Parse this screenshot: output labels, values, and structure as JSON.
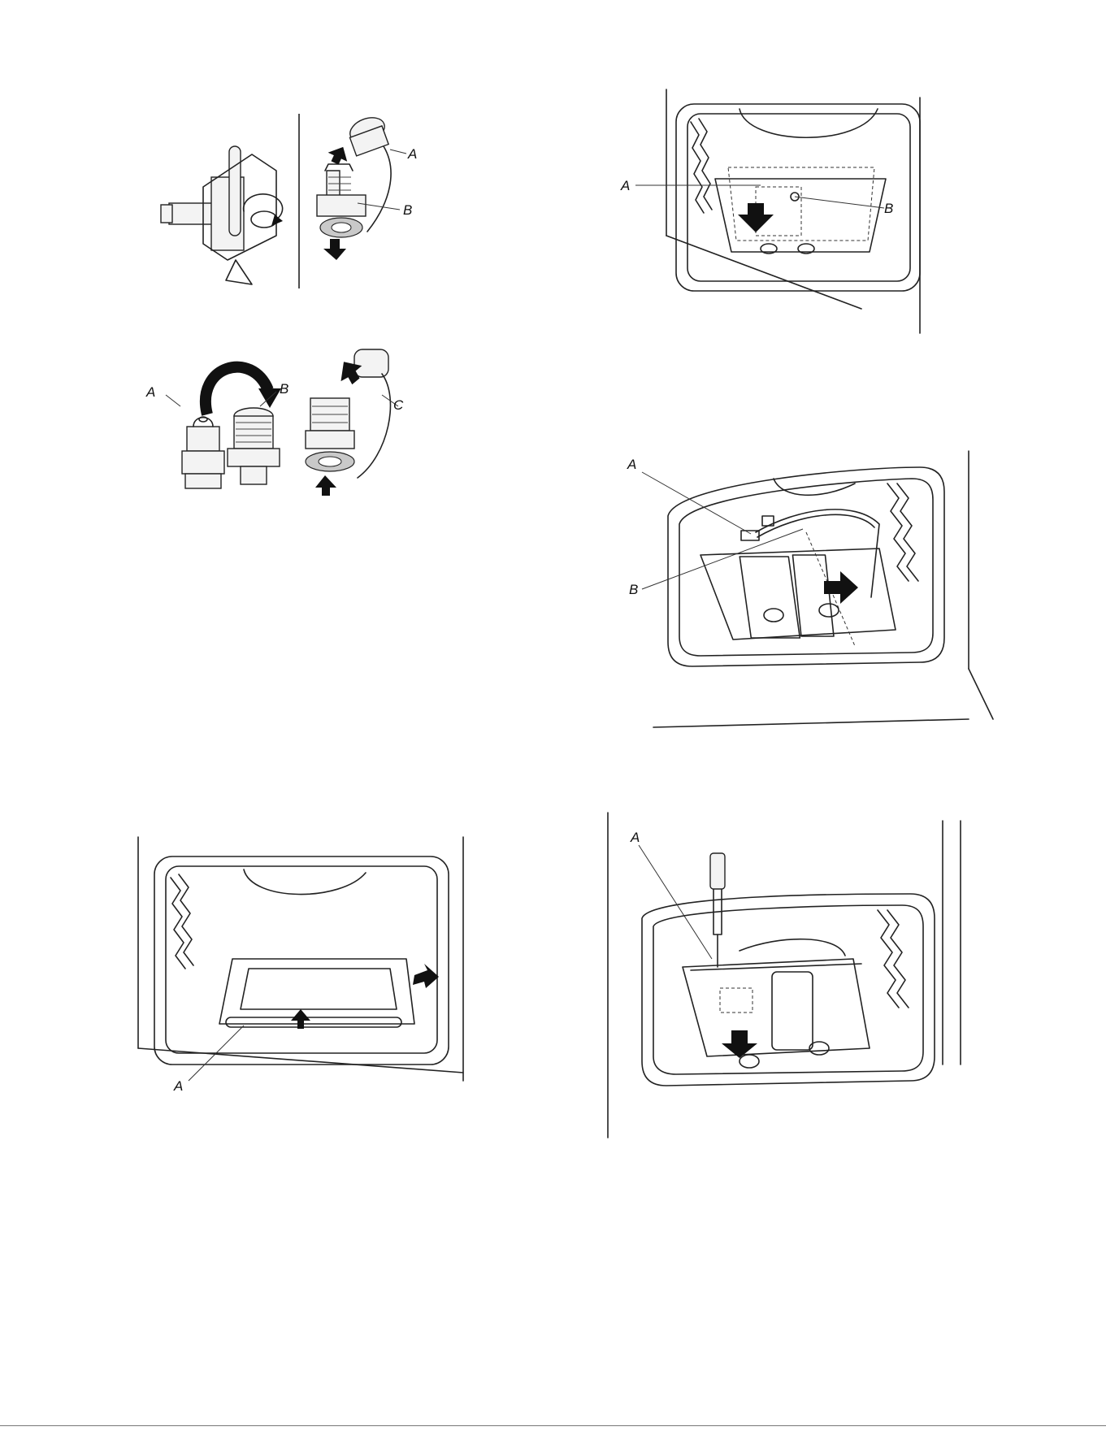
{
  "figures": {
    "valve_cap": {
      "label_a": "A",
      "label_b": "B"
    },
    "orifice_swap": {
      "label_a": "A",
      "label_b": "B",
      "label_c": "C"
    },
    "oven_burner_cover": {
      "label_a": "A",
      "label_b": "B"
    },
    "oven_burner_wires": {
      "label_a": "A",
      "label_b": "B"
    },
    "oven_floor_panel": {
      "label_a": "A"
    },
    "oven_screwdriver": {
      "label_a": "A"
    }
  }
}
